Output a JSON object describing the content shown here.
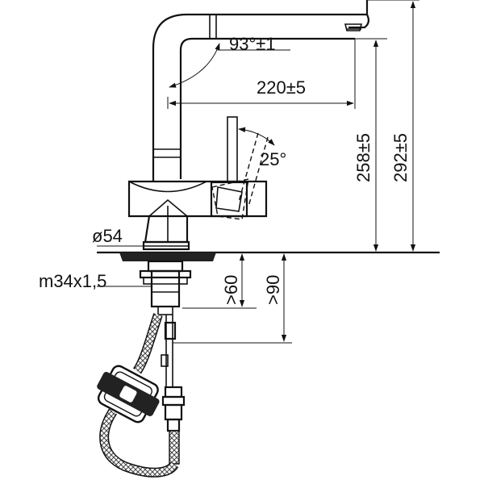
{
  "dimensions": {
    "spout_angle": "93°±1",
    "reach": "220±5",
    "handle_angle": "25°",
    "spout_height": "258±5",
    "total_height": "292±5",
    "base_diameter": "ø54",
    "thread": "m34x1,5",
    "min_clearance": ">60",
    "under_clearance": ">90"
  },
  "colors": {
    "line": "#111111",
    "background": "#ffffff"
  }
}
